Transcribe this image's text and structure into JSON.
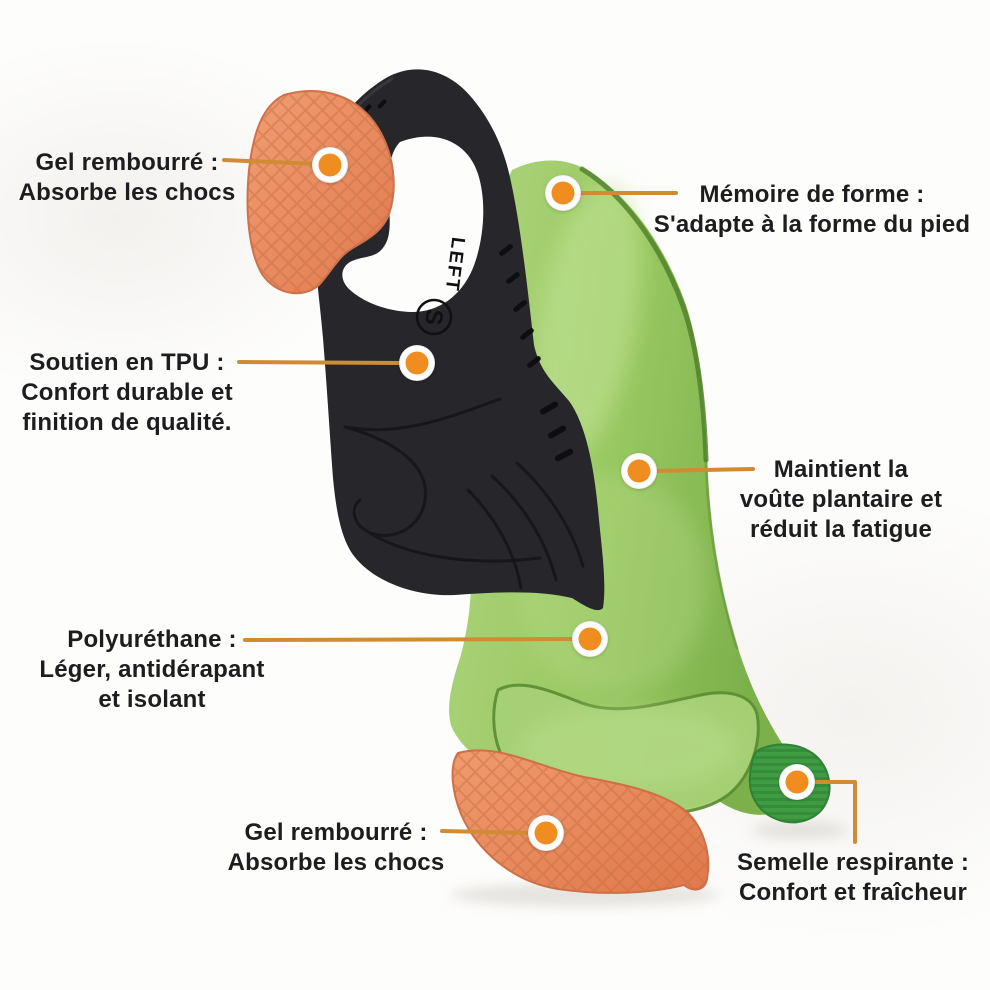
{
  "figure": {
    "callouts": [
      {
        "name": "gel-top",
        "lines": [
          "Gel rembourré :",
          "Absorbe les chocs"
        ]
      },
      {
        "name": "memoire",
        "lines": [
          "Mémoire de forme :",
          "S'adapte à la forme du pied"
        ]
      },
      {
        "name": "soutien-tpu",
        "lines": [
          "Soutien en TPU :",
          "Confort durable et",
          "finition de qualité."
        ]
      },
      {
        "name": "voute",
        "lines": [
          "Maintient la",
          "voûte plantaire et",
          "réduit la fatigue"
        ]
      },
      {
        "name": "polyurethane",
        "lines": [
          "Polyuréthane :",
          "Léger, antidérapant",
          "et isolant"
        ]
      },
      {
        "name": "gel-bottom",
        "lines": [
          "Gel rembourré :",
          "Absorbe les chocs"
        ]
      },
      {
        "name": "semelle",
        "lines": [
          "Semelle respirante :",
          "Confort et fraîcheur"
        ]
      }
    ],
    "product_markings": {
      "side_label": "LEFT",
      "size_label": "S"
    },
    "colors": {
      "label_text": "#1d1d1f",
      "connector_line": "#cf8c33",
      "marker_center": "#f08d20",
      "marker_ring": "#ffffff",
      "gel_pad_orange": "#ec8d61",
      "tpu_black": "#26262b",
      "insole_green": "#9cc964",
      "insole_green_dark_rim": "#4e7e29",
      "sole_pad_green": "#3f9c43",
      "background": "#fdfdfc"
    }
  }
}
